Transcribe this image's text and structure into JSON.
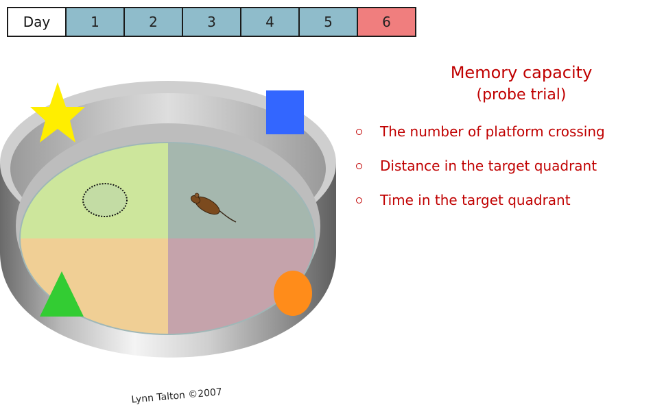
{
  "day_table": {
    "header": "Day",
    "days": [
      "1",
      "2",
      "3",
      "4",
      "5",
      "6"
    ],
    "highlighted_day": "6",
    "colors": {
      "training": "#8fbccb",
      "probe": "#f07e7e"
    }
  },
  "title": "Memory capacity",
  "subtitle": "(probe trial)",
  "bullets": [
    "The number of platform crossing",
    "Distance in the target quadrant",
    "Time in the target quadrant"
  ],
  "figure": {
    "credit": "Lynn Talton ©2007",
    "quadrant_colors": [
      "#cde69c",
      "#a5b7ae",
      "#f0cf95",
      "#c5a3ab"
    ],
    "cue_shapes": [
      "star",
      "square",
      "triangle",
      "circle"
    ],
    "cue_colors": {
      "star": "#ffee00",
      "square": "#3366ff",
      "triangle": "#33cc33",
      "circle": "#ff8c1a"
    }
  }
}
